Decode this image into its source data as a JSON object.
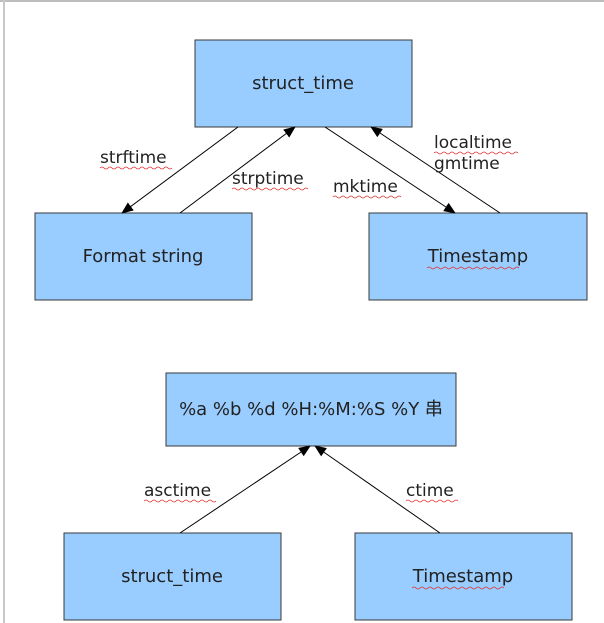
{
  "diagram_top": {
    "nodes": {
      "struct_time": "struct_time",
      "format_string": "Format string",
      "timestamp": "Timestamp"
    },
    "edges": {
      "strftime": "strftime",
      "strptime": "strptime",
      "mktime": "mktime",
      "localtime": "localtime",
      "gmtime": "gmtime"
    }
  },
  "diagram_bottom": {
    "nodes": {
      "format": "%a %b %d %H:%M:%S %Y 串",
      "struct_time": "struct_time",
      "timestamp": "Timestamp"
    },
    "edges": {
      "asctime": "asctime",
      "ctime": "ctime"
    }
  },
  "colors": {
    "box_fill": "#99ccff",
    "box_border": "#3a3a3a"
  }
}
